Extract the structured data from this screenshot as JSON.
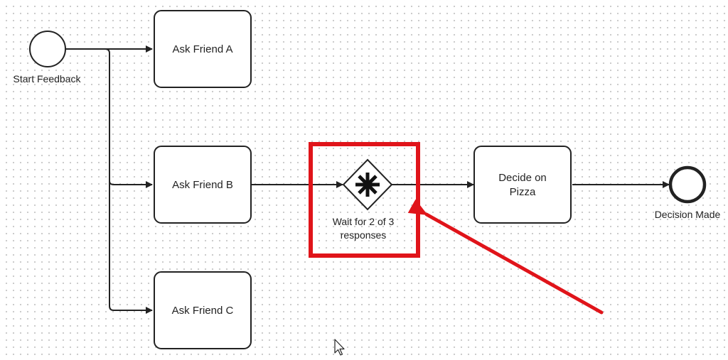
{
  "diagram": {
    "events": {
      "start": {
        "label": "Start Feedback"
      },
      "end": {
        "label": "Decision Made"
      }
    },
    "tasks": {
      "friend_a": {
        "label": "Ask Friend A"
      },
      "friend_b": {
        "label": "Ask Friend B"
      },
      "friend_c": {
        "label": "Ask Friend C"
      },
      "decide": {
        "line1": "Decide on",
        "line2": "Pizza"
      }
    },
    "gateway": {
      "type": "complex-gateway",
      "line1": "Wait for 2 of 3",
      "line2": "responses"
    }
  },
  "annotation": {
    "highlight_color": "#e0141a",
    "arrow_color": "#e0141a"
  },
  "colors": {
    "stroke": "#222222",
    "fill": "#ffffff"
  }
}
